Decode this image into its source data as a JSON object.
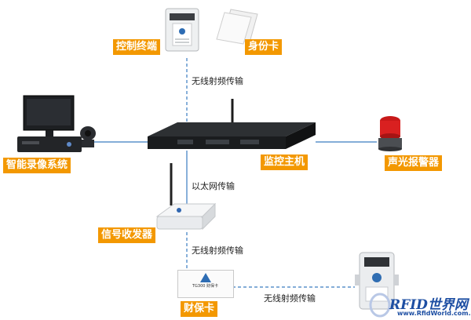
{
  "nodes": {
    "control_terminal": "控制终端",
    "id_card": "身份卡",
    "video_system": "智能录像系统",
    "monitor_host": "监控主机",
    "alarm": "声光报警器",
    "transceiver": "信号收发器",
    "asset_card": "财保卡"
  },
  "links": {
    "wireless_top": "无线射频传输",
    "ethernet": "以太网传输",
    "wireless_mid": "无线射频传输",
    "wireless_bottom": "无线射频传输"
  },
  "device_text": {
    "asset_card_model": "TG300 财保卡"
  },
  "watermark": {
    "brand": "RFID世界网",
    "url": "www.RfidWorld.com.cn"
  },
  "colors": {
    "label_bg": "#f39800",
    "link_line": "#3a7cc0",
    "brand": "#1e4fa3"
  }
}
